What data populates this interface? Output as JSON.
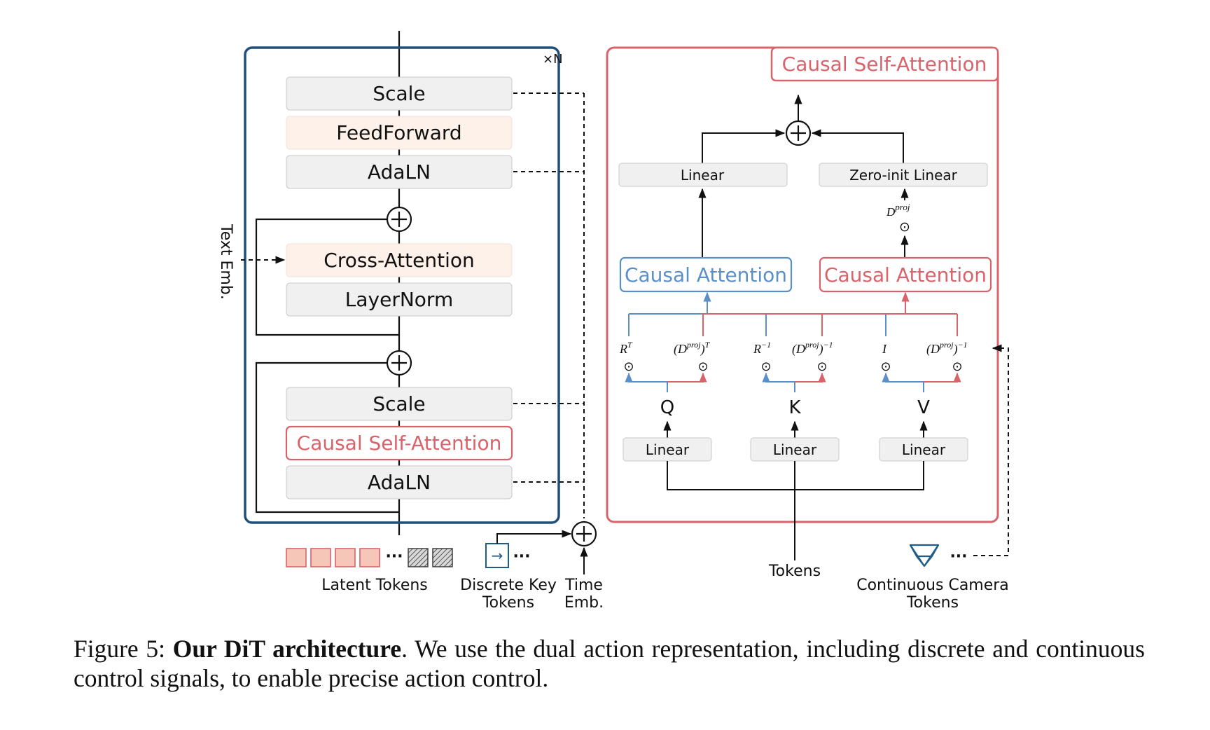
{
  "left_block": {
    "repeat_label": "×N",
    "scale_top": "Scale",
    "feedforward": "FeedForward",
    "adaln_top": "AdaLN",
    "cross_attention": "Cross-Attention",
    "layernorm": "LayerNorm",
    "scale_bottom": "Scale",
    "causal_self_attention": "Causal Self-Attention",
    "adaln_bottom": "AdaLN",
    "text_emb": "Text Emb."
  },
  "inputs": {
    "latent_tokens": "Latent Tokens",
    "discrete_key_tokens_line1": "Discrete Key",
    "discrete_key_tokens_line2": "Tokens",
    "key_arrow_glyph": "→",
    "time_emb_line1": "Time",
    "time_emb_line2": "Emb.",
    "tokens": "Tokens",
    "camera_tokens_line1": "Continuous Camera",
    "camera_tokens_line2": "Tokens",
    "ellipsis": "···"
  },
  "right_block": {
    "title": "Causal Self-Attention",
    "linear_left": "Linear",
    "zero_init_linear": "Zero-init Linear",
    "d_proj_base": "D",
    "d_proj_sup": "proj",
    "odot": "⊙",
    "causal_attention_blue": "Causal Attention",
    "causal_attention_red": "Causal Attention",
    "q": "Q",
    "k": "K",
    "v": "V",
    "linear_q": "Linear",
    "linear_k": "Linear",
    "linear_v": "Linear",
    "rt_base": "R",
    "rt_sup": "T",
    "dproj_t_base": "(D",
    "dproj_t_close": ")",
    "dproj_t_sup": "T",
    "rinv_base": "R",
    "rinv_sup": "−1",
    "dproj_inv_base": "(D",
    "dproj_inv_close": ")",
    "dproj_inv_sup": "−1",
    "identity": "I"
  },
  "caption": {
    "prefix": "Figure 5: ",
    "bold": "Our DiT architecture",
    "rest": ". We use the dual action representation, including discrete and continuous control signals, to enable precise action control."
  },
  "colors": {
    "frame_blue": "#1f4e79",
    "red": "#d9636a",
    "blue": "#5b8fc9",
    "grey_box": "#f0f0f0",
    "peach_box": "#fdf1ea",
    "latent_fill": "#f6c6b9",
    "latent_stroke": "#d9636a",
    "key_token": "#1f5c8a"
  }
}
